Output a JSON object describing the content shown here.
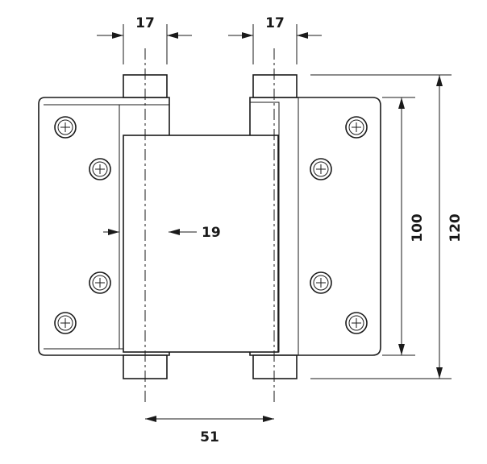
{
  "drawing": {
    "dimensions": {
      "left_pin_width": "17",
      "right_pin_width": "17",
      "leaf_offset": "19",
      "pin_spacing": "51",
      "hole_spacing": "100",
      "overall_height": "120"
    }
  }
}
